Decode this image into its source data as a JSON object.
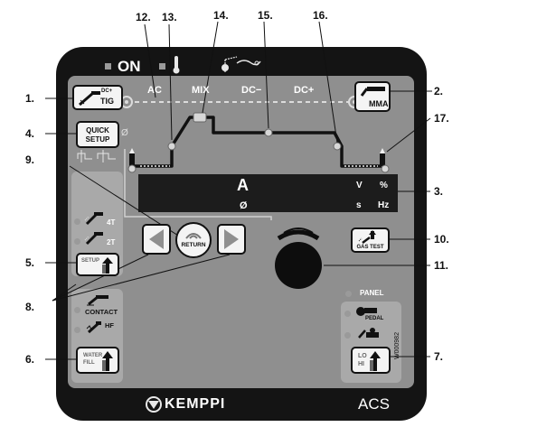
{
  "header": {
    "on_label": "ON"
  },
  "callouts": {
    "c1": "1.",
    "c2": "2.",
    "c3": "3.",
    "c4": "4.",
    "c5": "5.",
    "c6": "6.",
    "c7": "7.",
    "c8": "8.",
    "c9": "9.",
    "c10": "10.",
    "c11": "11.",
    "c12": "12.",
    "c13": "13.",
    "c14": "14.",
    "c15": "15.",
    "c16": "16.",
    "c17": "17."
  },
  "process": {
    "tig_dc_label": "DC+",
    "tig_label": "TIG",
    "mma_label": "MMA"
  },
  "modes": {
    "ac": "AC",
    "mix": "MIX",
    "dc_minus": "DC−",
    "dc_plus": "DC+"
  },
  "quick_setup": {
    "line1": "QUICK",
    "line2": "SETUP"
  },
  "diameter_symbol": "Ø",
  "display": {
    "main_unit": "A",
    "right_top_1": "V",
    "right_top_2": "%",
    "sub_symbol": "Ø",
    "right_bottom_1": "s",
    "right_bottom_2": "Hz"
  },
  "trigger": {
    "four_t": "4T",
    "two_t": "2T",
    "setup_label": "SETUP"
  },
  "return_label": "RETURN",
  "gas_test_label": "GAS TEST",
  "panel_label": "PANEL",
  "remote": {
    "pedal": "PEDAL",
    "lohi_line1": "LO",
    "lohi_line2": "HI"
  },
  "start": {
    "contact": "CONTACT",
    "hf": "HF"
  },
  "water": {
    "line1": "WATER",
    "line2": "FILL"
  },
  "brand": "KEMPPI",
  "model": "ACS",
  "code": "W000982",
  "colors": {
    "panel_black": "#141414",
    "panel_gray": "#8f8f8f",
    "display_black": "#1c1c1c",
    "button_face": "#f4f4f4"
  }
}
